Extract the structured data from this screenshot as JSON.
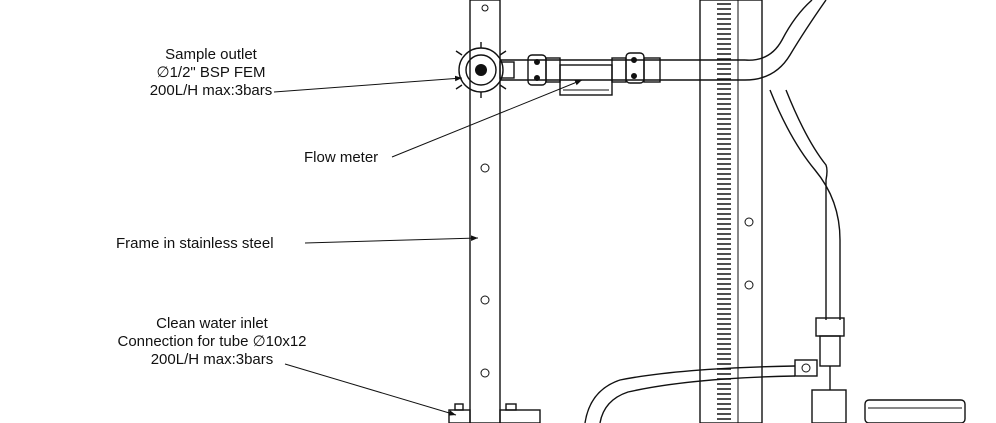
{
  "labels": {
    "sample_outlet": {
      "line1": "Sample outlet",
      "line2": "∅1/2\" BSP FEM",
      "line3": "200L/H max:3bars"
    },
    "flow_meter": "Flow meter",
    "frame": "Frame in stainless steel",
    "clean_water_inlet": {
      "line1": "Clean water inlet",
      "line2": "Connection for tube ∅10x12",
      "line3": "200L/H max:3bars"
    }
  }
}
